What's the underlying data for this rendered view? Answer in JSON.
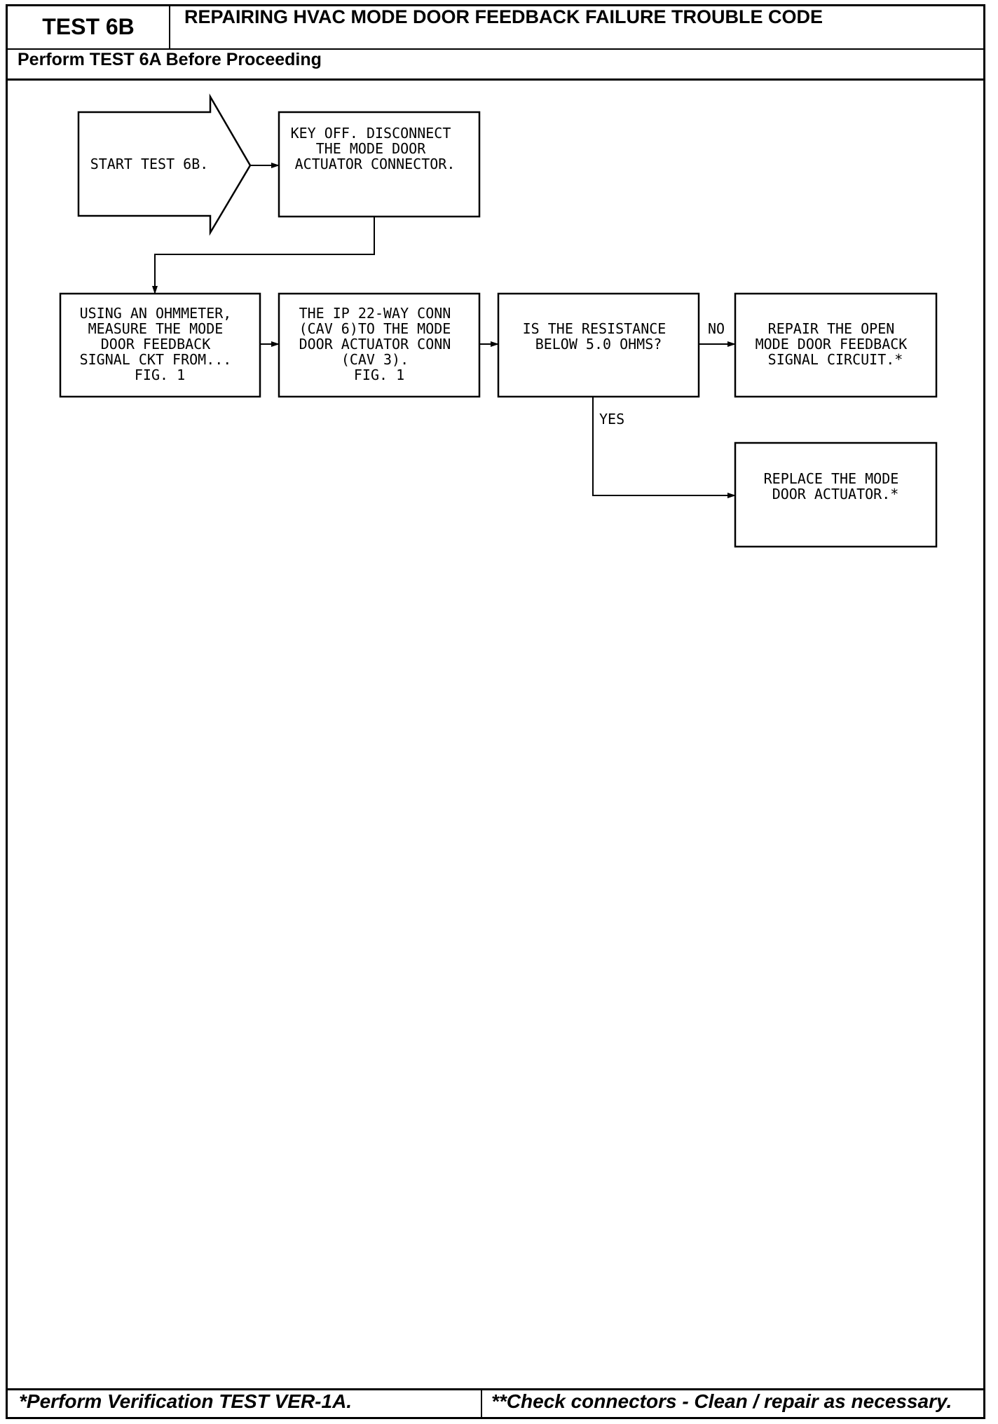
{
  "header": {
    "test_id": "TEST 6B",
    "title": "REPAIRING HVAC MODE DOOR FEEDBACK FAILURE TROUBLE CODE",
    "prerequisite": "Perform TEST 6A Before Proceeding"
  },
  "flowchart": {
    "start": [
      "START TEST 6B."
    ],
    "step1": [
      "KEY OFF. DISCONNECT",
      "THE MODE DOOR",
      "ACTUATOR CONNECTOR."
    ],
    "step2": [
      "USING AN OHMMETER,",
      "MEASURE THE MODE",
      "DOOR FEEDBACK",
      "SIGNAL CKT FROM...",
      "FIG. 1"
    ],
    "step3": [
      "THE IP 22-WAY CONN",
      "(CAV 6)TO THE MODE",
      "DOOR ACTUATOR CONN",
      "(CAV 3).",
      "FIG. 1"
    ],
    "decision": [
      "IS THE RESISTANCE",
      "BELOW 5.0 OHMS?"
    ],
    "no_label": "NO",
    "yes_label": "YES",
    "no_result": [
      "REPAIR THE OPEN",
      "MODE DOOR FEEDBACK",
      "SIGNAL CIRCUIT.*"
    ],
    "yes_result": [
      "REPLACE THE MODE",
      "DOOR ACTUATOR.*"
    ]
  },
  "footer": {
    "left": "*Perform Verification TEST VER-1A.",
    "right": "**Check connectors - Clean / repair as necessary."
  }
}
